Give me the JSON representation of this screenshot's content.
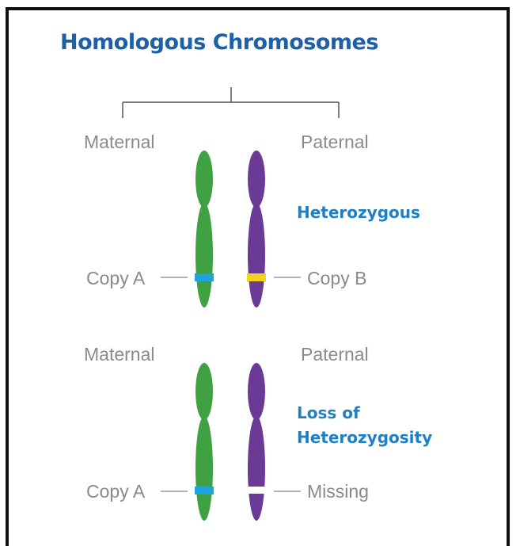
{
  "title": "Homologous Chromosomes",
  "colors": {
    "title": "#1f5fa6",
    "status": "#1e7fc2",
    "maternal_chromosome": "#3fa142",
    "paternal_chromosome": "#6b3a97",
    "copy_a_band": "#1ea3dc",
    "copy_b_band": "#f2d21b",
    "labels": "#8a8a8a"
  },
  "pairs": [
    {
      "maternal_label": "Maternal",
      "paternal_label": "Paternal",
      "status": "Heterozygous",
      "maternal_allele_label": "Copy A",
      "paternal_allele_label": "Copy B",
      "maternal_band": "copy-a",
      "paternal_band": "copy-b"
    },
    {
      "maternal_label": "Maternal",
      "paternal_label": "Paternal",
      "status_line1": "Loss of",
      "status_line2": "Heterozygosity",
      "maternal_allele_label": "Copy A",
      "paternal_allele_label": "Missing",
      "maternal_band": "copy-a",
      "paternal_band": "missing"
    }
  ]
}
